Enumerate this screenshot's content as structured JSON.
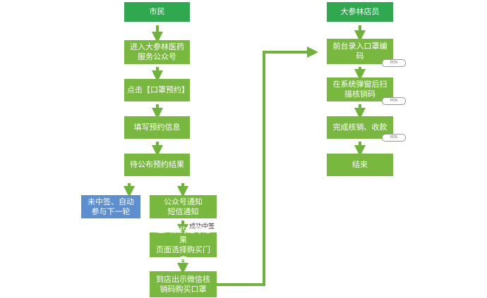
{
  "left_column": {
    "header": "市民",
    "steps": [
      "进入大参林医药\n服务公众号",
      "点击【口罩预约】",
      "填写预约信息",
      "待公布预约结果"
    ]
  },
  "branch": {
    "not_selected": "未中签、自动\n参与下一轮",
    "notified": "公众号通知\n短信通知",
    "success_label": "成功中签",
    "check_result": "进入预约摇号结果\n页面选择购买门店",
    "go_store": "到店出示微信核\n销码购买口罩"
  },
  "right_column": {
    "header": "大参林店员",
    "steps": [
      "前台录入口罩编\n码",
      "在系统弹窗后扫\n描核销码",
      "完成核销、收款",
      "结束"
    ],
    "pos_tag": "POS"
  },
  "colors": {
    "header_green": "#2fa84f",
    "step_green": "#79b83f",
    "branch_blue": "#5b8fd0"
  }
}
